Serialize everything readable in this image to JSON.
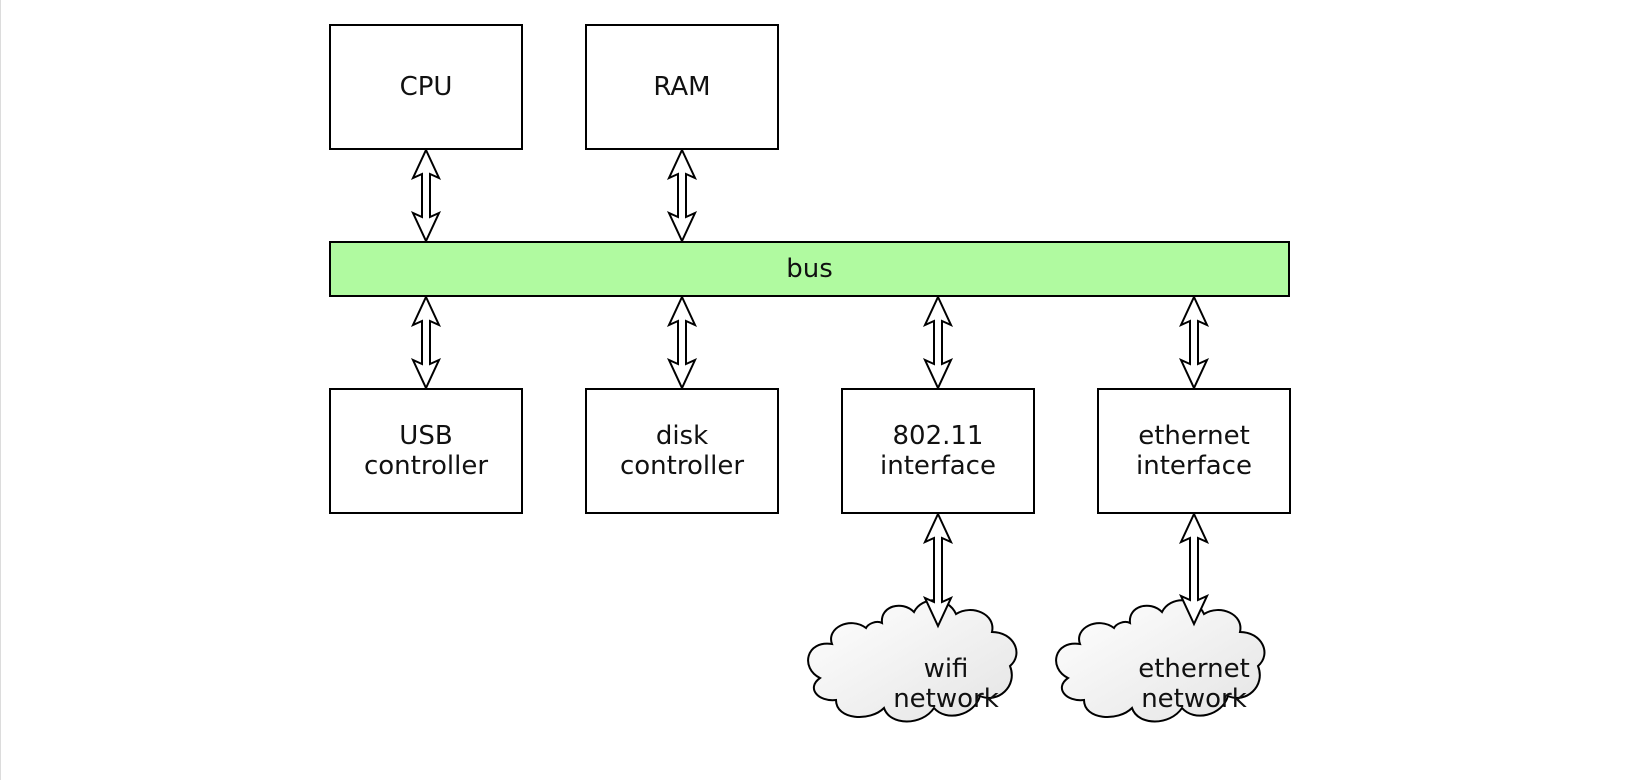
{
  "colors": {
    "bus_fill": "#b0faa0",
    "box_fill": "#ffffff",
    "stroke": "#000000",
    "cloud_fill_light": "#ffffff",
    "cloud_fill_dark": "#e4e4e4"
  },
  "nodes": {
    "cpu": {
      "label": "CPU"
    },
    "ram": {
      "label": "RAM"
    },
    "bus": {
      "label": "bus"
    },
    "usb": {
      "line1": "USB",
      "line2": "controller"
    },
    "disk": {
      "line1": "disk",
      "line2": "controller"
    },
    "wifi_if": {
      "line1": "802.11",
      "line2": "interface"
    },
    "eth_if": {
      "line1": "ethernet",
      "line2": "interface"
    },
    "wifi_net": {
      "line1": "wifi",
      "line2": "network"
    },
    "eth_net": {
      "line1": "ethernet",
      "line2": "network"
    }
  },
  "edges": [
    {
      "from": "cpu",
      "to": "bus",
      "style": "double-arrow"
    },
    {
      "from": "ram",
      "to": "bus",
      "style": "double-arrow"
    },
    {
      "from": "bus",
      "to": "usb",
      "style": "double-arrow"
    },
    {
      "from": "bus",
      "to": "disk",
      "style": "double-arrow"
    },
    {
      "from": "bus",
      "to": "wifi_if",
      "style": "double-arrow"
    },
    {
      "from": "bus",
      "to": "eth_if",
      "style": "double-arrow"
    },
    {
      "from": "wifi_if",
      "to": "wifi_net",
      "style": "double-arrow"
    },
    {
      "from": "eth_if",
      "to": "eth_net",
      "style": "double-arrow"
    }
  ]
}
